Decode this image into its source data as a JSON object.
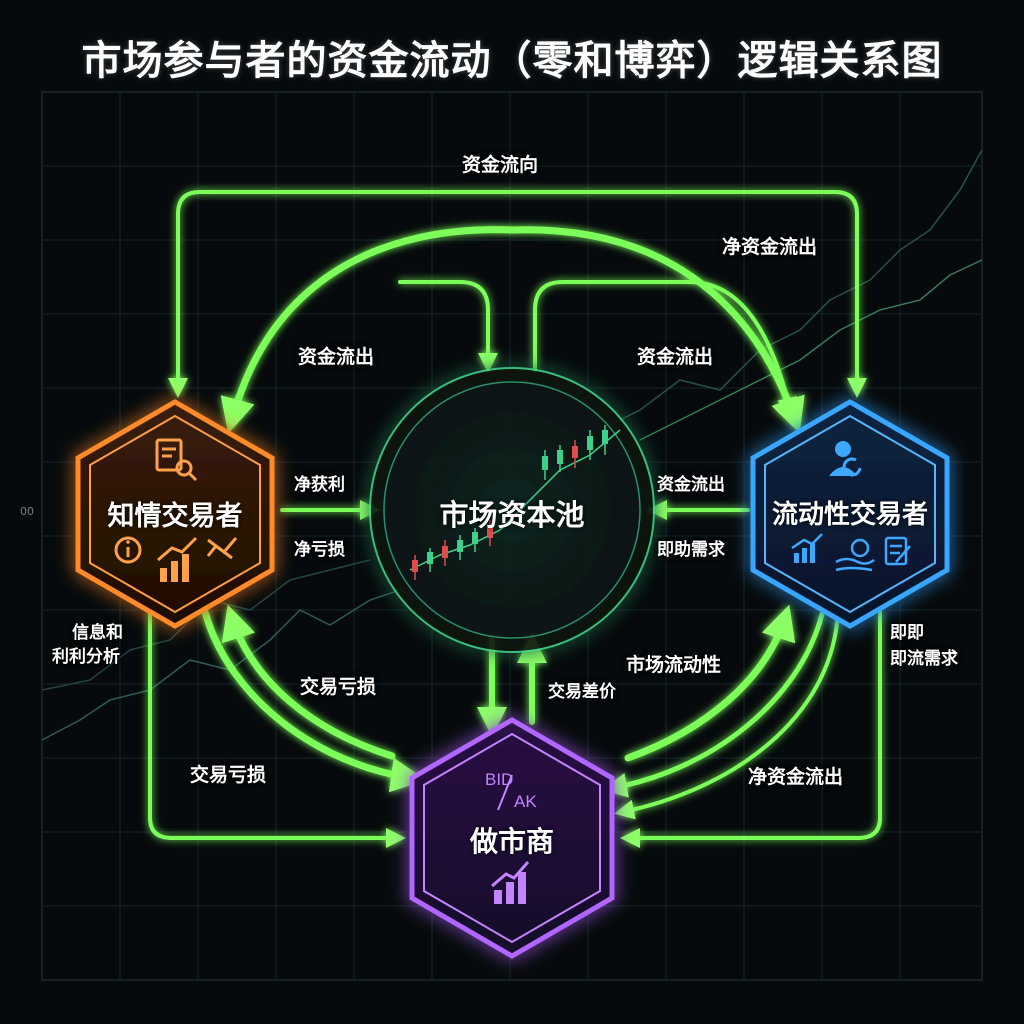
{
  "title": "市场参与者的资金流动（零和博弈）逻辑关系图",
  "nodes": {
    "informed": {
      "label": "知情交易者",
      "color": "#ff8a2a"
    },
    "pool": {
      "label": "市场资本池",
      "color": "#3fd08a"
    },
    "liquidity": {
      "label": "流动性交易者",
      "color": "#39a6ff"
    },
    "market_maker": {
      "label": "做市商",
      "color": "#b066ff",
      "badge_top": "BID",
      "badge_bottom": "AK"
    }
  },
  "flows": {
    "top_direction": "资金流向",
    "net_outflow_top_right": "净资金流出",
    "outflow_left": "资金流出",
    "outflow_right": "资金流出",
    "net_profit": "净获利",
    "net_loss": "净亏损",
    "outflow_liquidity": "资金流出",
    "immediate_demand": "即助需求",
    "info_line1": "信息和",
    "info_line2": "利利分析",
    "trade_loss_upper": "交易亏损",
    "trade_loss_lower": "交易亏损",
    "market_liquidity": "市场流动性",
    "spread": "交易差价",
    "right_line1": "即即",
    "right_line2": "即流需求",
    "net_outflow_bottom_right": "净资金流出"
  },
  "axis": {
    "left_tick": "00"
  },
  "colors": {
    "flow_green": "#7dff5a",
    "grid": "#1b2a2c",
    "background": "#060a0c"
  }
}
